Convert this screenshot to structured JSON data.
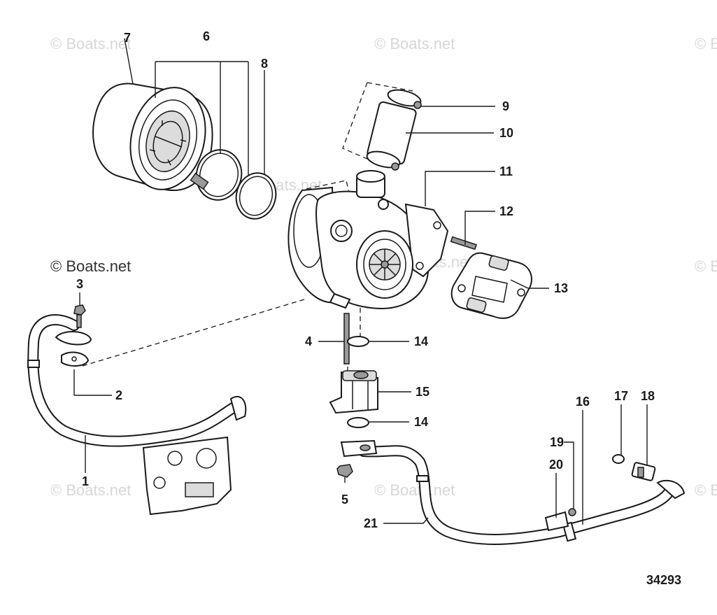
{
  "watermarks": {
    "w1": "© Boats.net",
    "w2": "© Boats.net",
    "w3": "© Boats.net",
    "w4": "© Boats.net",
    "w5": "© Boats.net",
    "w6": "© Boats.net",
    "w7": "© Boats.net",
    "edge1": "© B",
    "edge2": "© B",
    "edge3": "© B"
  },
  "callouts": {
    "c1": "1",
    "c2": "2",
    "c3": "3",
    "c4": "4",
    "c5": "5",
    "c6": "6",
    "c7": "7",
    "c8": "8",
    "c9": "9",
    "c10": "10",
    "c11": "11",
    "c12": "12",
    "c13": "13",
    "c14a": "14",
    "c14b": "14",
    "c15": "15",
    "c16": "16",
    "c17": "17",
    "c18": "18",
    "c19": "19",
    "c20": "20",
    "c21": "21"
  },
  "diagram_number": "34293"
}
